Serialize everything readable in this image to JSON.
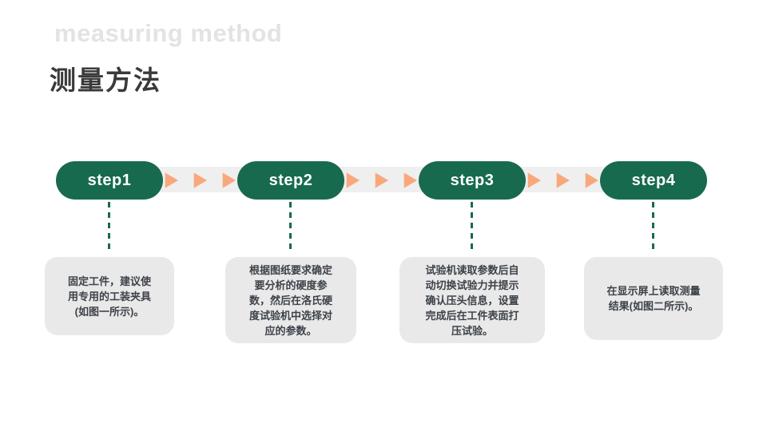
{
  "header": {
    "subtitle": "measuring method",
    "title": "测量方法"
  },
  "flow": {
    "steps": [
      {
        "label": "step1",
        "description": "固定工件，建议使\n用专用的工装夹具\n(如图一所示)。"
      },
      {
        "label": "step2",
        "description": "根据图纸要求确定\n要分析的硬度参\n数，然后在洛氏硬\n度试验机中选择对\n应的参数。"
      },
      {
        "label": "step3",
        "description": "试验机读取参数后自\n动切换试验力并提示\n确认压头信息，设置\n完成后在工件表面打\n压试验。"
      },
      {
        "label": "step4",
        "description": "在显示屏上读取测量\n结果(如图二所示)。"
      }
    ]
  },
  "colors": {
    "step_green": "#176A4E",
    "arrow_orange": "#F9A87C",
    "band_gray": "#EFEFEF",
    "box_gray": "#E9E9E9",
    "subtitle_gray": "#E3E3E3",
    "title_dark": "#3A3A3A",
    "box_text": "#3D4249"
  }
}
